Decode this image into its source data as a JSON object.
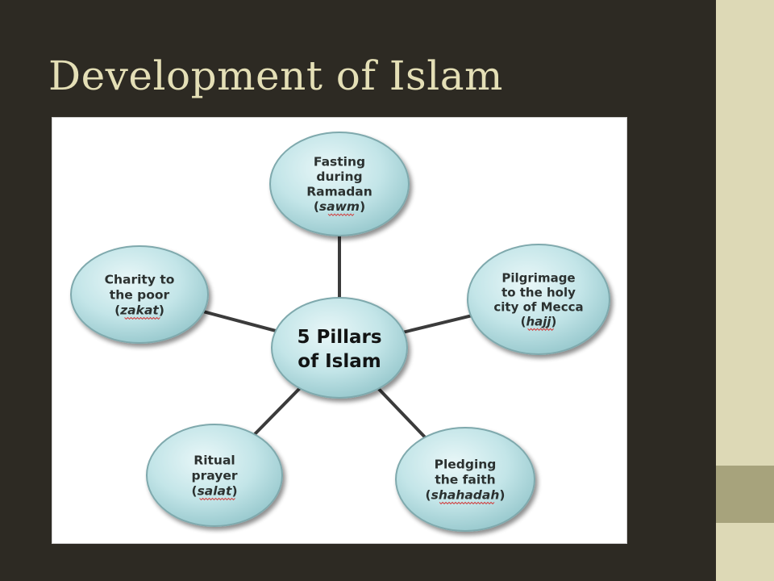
{
  "slide": {
    "title": "Development of Islam"
  },
  "diagram": {
    "center": {
      "lines": [
        "5 Pillars",
        "of Islam"
      ]
    },
    "pillars": [
      {
        "id": "sawm",
        "lines": [
          "Fasting",
          "during",
          "Ramadan"
        ],
        "term": "sawm"
      },
      {
        "id": "hajj",
        "lines": [
          "Pilgrimage",
          "to the holy",
          "city of Mecca"
        ],
        "term": "hajj"
      },
      {
        "id": "shahadah",
        "lines": [
          "Pledging",
          "the faith"
        ],
        "term": "shahadah"
      },
      {
        "id": "salat",
        "lines": [
          "Ritual",
          "prayer"
        ],
        "term": "salat"
      },
      {
        "id": "zakat",
        "lines": [
          "Charity to",
          "the poor"
        ],
        "term": "zakat"
      }
    ]
  },
  "colors": {
    "background": "#2d2a23",
    "title": "#e4dfb6",
    "side_strip": "#ddd9b6",
    "side_accent": "#a7a37c",
    "bubble_fill": "#bfe3e6",
    "bubble_edge": "#7fa9ad",
    "connector": "#3b3b3b"
  }
}
